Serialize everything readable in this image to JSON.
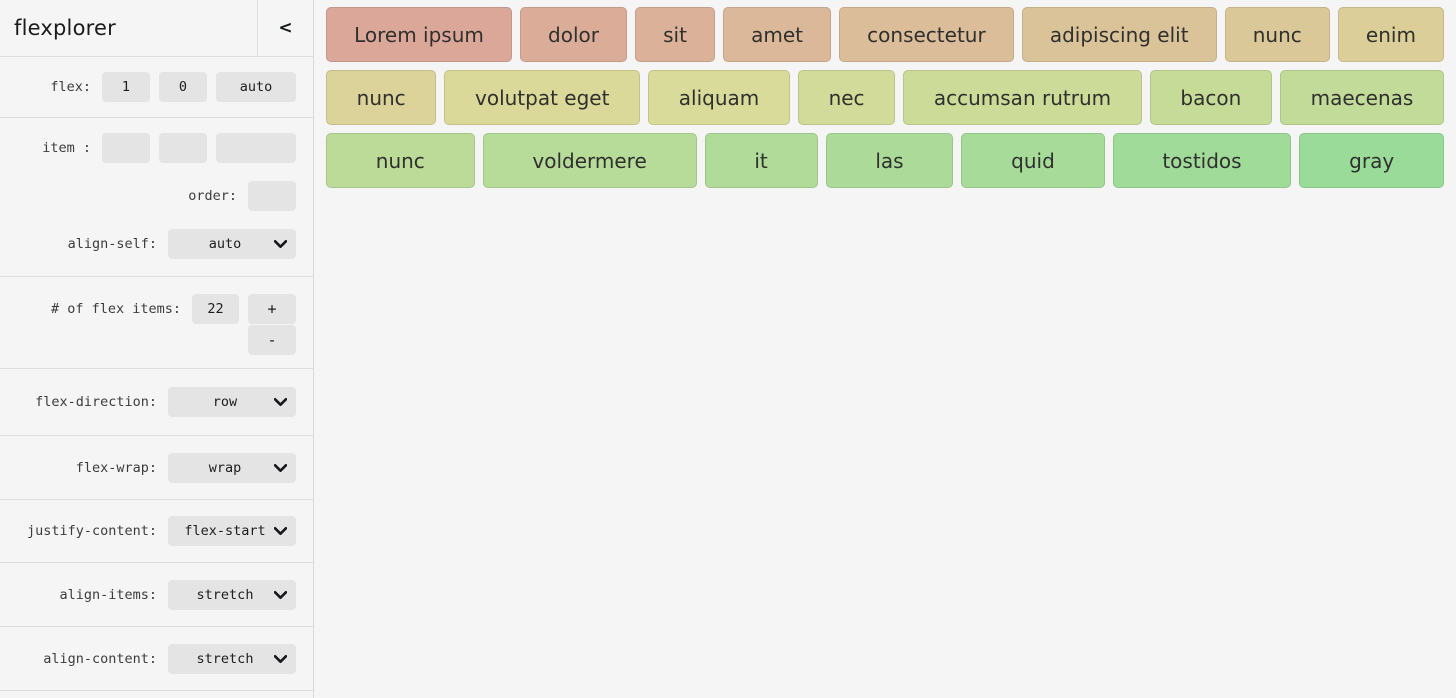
{
  "sidebar": {
    "title": "flexplorer",
    "collapse_button": "<",
    "flex_row": {
      "label": "flex:",
      "grow": "1",
      "shrink": "0",
      "basis": "auto"
    },
    "item_row": {
      "label": "item :",
      "v1": "",
      "v2": "",
      "v3": ""
    },
    "order_row": {
      "label": "order:",
      "value": ""
    },
    "align_self_row": {
      "label": "align-self:",
      "value": "auto"
    },
    "count_row": {
      "label": "# of flex items:",
      "value": "22",
      "plus": "+",
      "minus": "-"
    },
    "flex_direction_row": {
      "label": "flex-direction:",
      "value": "row"
    },
    "flex_wrap_row": {
      "label": "flex-wrap:",
      "value": "wrap"
    },
    "justify_content_row": {
      "label": "justify-content:",
      "value": "flex-start"
    },
    "align_items_row": {
      "label": "align-items:",
      "value": "stretch"
    },
    "align_content_row": {
      "label": "align-content:",
      "value": "stretch"
    }
  },
  "canvas": {
    "rows": [
      [
        {
          "label": "Lorem ipsum",
          "color": "#dba799"
        },
        {
          "label": "dolor",
          "color": "#dbad99"
        },
        {
          "label": "sit",
          "color": "#dbb299"
        },
        {
          "label": "amet",
          "color": "#dbb899"
        },
        {
          "label": "consectetur",
          "color": "#dbbd99"
        },
        {
          "label": "adipiscing elit",
          "color": "#dbc399"
        },
        {
          "label": "nunc",
          "color": "#dbc899"
        },
        {
          "label": "enim",
          "color": "#dbce99"
        }
      ],
      [
        {
          "label": "nunc",
          "color": "#dbd399"
        },
        {
          "label": "volutpat eget",
          "color": "#dbd999"
        },
        {
          "label": "aliquam",
          "color": "#d8db99"
        },
        {
          "label": "nec",
          "color": "#d2db99"
        },
        {
          "label": "accumsan rutrum",
          "color": "#cddb99"
        },
        {
          "label": "bacon",
          "color": "#c7db99"
        },
        {
          "label": "maecenas",
          "color": "#c2db99"
        }
      ],
      [
        {
          "label": "nunc",
          "color": "#bcdb99"
        },
        {
          "label": "voldermere",
          "color": "#b7db99"
        },
        {
          "label": "it",
          "color": "#b1db99"
        },
        {
          "label": "las",
          "color": "#acdb99"
        },
        {
          "label": "quid",
          "color": "#a6db99"
        },
        {
          "label": "tostidos",
          "color": "#a1db99"
        },
        {
          "label": "gray",
          "color": "#9bdb99"
        }
      ]
    ]
  }
}
